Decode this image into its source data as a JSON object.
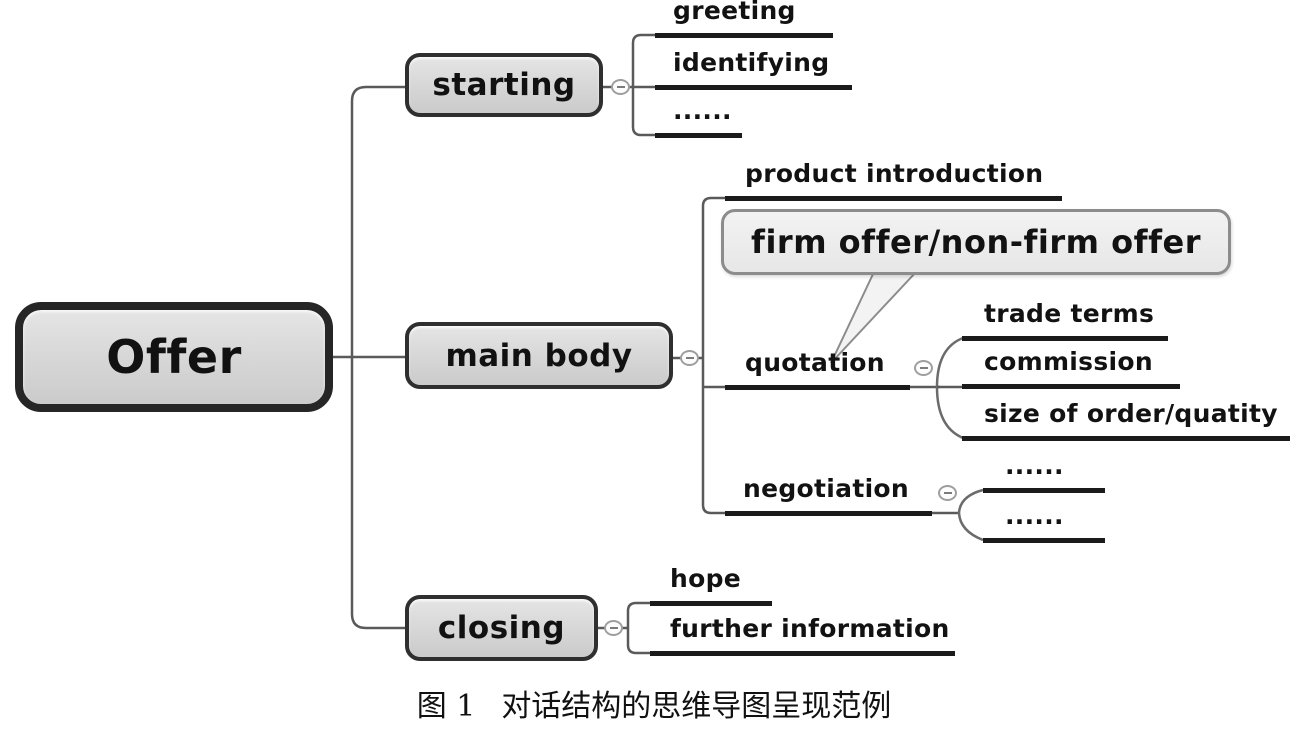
{
  "mindmap": {
    "root": {
      "label": "Offer"
    },
    "branches": [
      {
        "label": "starting",
        "toggle_icon": "minus",
        "children": [
          {
            "label": "greeting"
          },
          {
            "label": "identifying"
          },
          {
            "label": "......"
          }
        ]
      },
      {
        "label": "main body",
        "toggle_icon": "minus",
        "children": [
          {
            "label": "product introduction"
          },
          {
            "label": "quotation",
            "toggle_icon": "minus",
            "children": [
              {
                "label": "trade terms"
              },
              {
                "label": "commission"
              },
              {
                "label": "size of order/quatity"
              }
            ]
          },
          {
            "label": "negotiation",
            "toggle_icon": "minus",
            "children": [
              {
                "label": "......"
              },
              {
                "label": "......"
              }
            ]
          }
        ]
      },
      {
        "label": "closing",
        "toggle_icon": "minus",
        "children": [
          {
            "label": "hope"
          },
          {
            "label": "further information"
          }
        ]
      }
    ],
    "callout": {
      "label": "firm offer/non-firm offer",
      "attached_to": "quotation"
    }
  },
  "caption": {
    "figure_label": "图 1",
    "text": "对话结构的思维导图呈现范例"
  },
  "colors": {
    "background": "#ffffff",
    "node_fill": "#d6d6d6",
    "root_border": "#262626",
    "branch_border": "#2f2f2f",
    "connector_line": "#5a5a5a",
    "leaf_underline": "#1b1b1b",
    "callout_fill": "#ececec",
    "callout_border": "#8c8c8c",
    "text": "#111111"
  }
}
